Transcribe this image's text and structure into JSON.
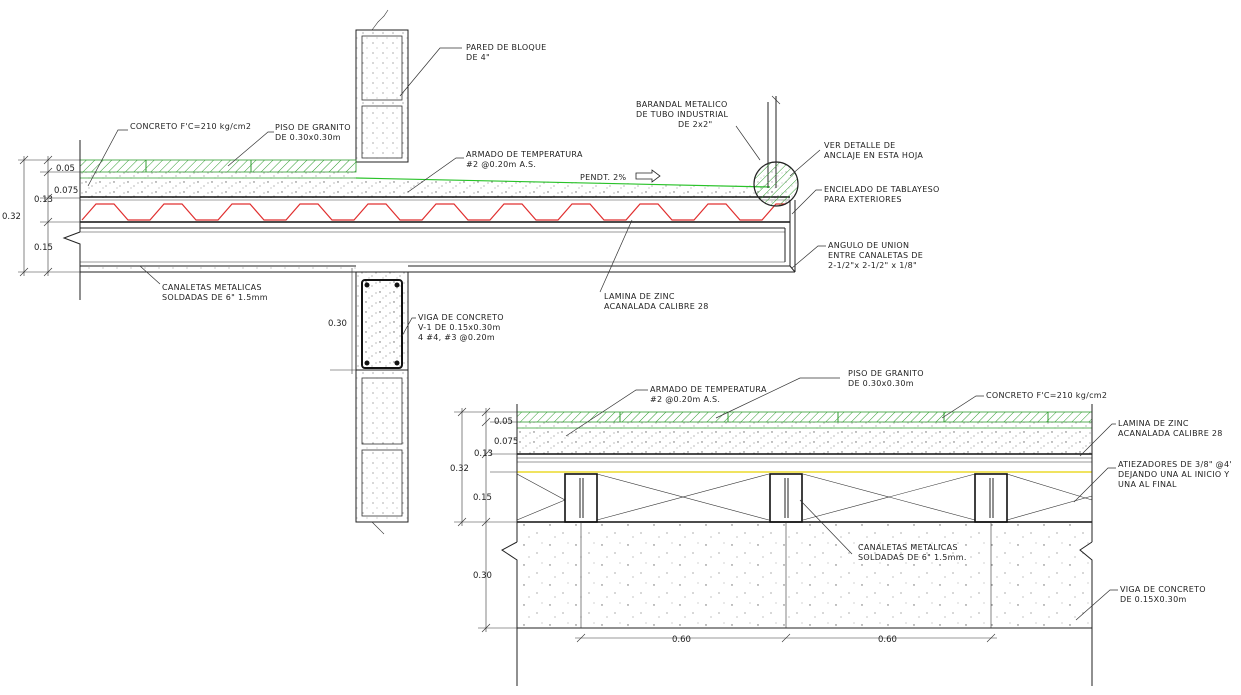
{
  "section_top": {
    "labels": {
      "pared": [
        "PARED DE BLOQUE",
        "DE 4\""
      ],
      "concreto": "CONCRETO F'C=210 kg/cm2",
      "piso": [
        "PISO DE GRANITO",
        "DE 0.30x0.30m"
      ],
      "armado": [
        "ARMADO DE TEMPERATURA",
        "#2 @0.20m A.S."
      ],
      "barandal": [
        "BARANDAL METALICO",
        "DE TUBO INDUSTRIAL",
        "DE 2x2\""
      ],
      "detalle": [
        "VER DETALLE DE",
        "ANCLAJE EN ESTA HOJA"
      ],
      "pendiente": "PENDT. 2%",
      "encielado": [
        "ENCIELADO DE TABLAYESO",
        "PARA EXTERIORES"
      ],
      "angulo": [
        "ANGULO DE UNION",
        "ENTRE CANALETAS DE",
        "2-1/2\"x 2-1/2\" x 1/8\""
      ],
      "canaletas": [
        "CANALETAS METALICAS",
        "SOLDADAS DE 6\" 1.5mm"
      ],
      "lamina": [
        "LAMINA DE ZINC",
        "ACANALADA CALIBRE 28"
      ],
      "viga": [
        "VIGA DE CONCRETO",
        "V-1 DE 0.15x0.30m",
        "4 #4, #3 @0.20m"
      ]
    },
    "dims": {
      "d005": "0.05",
      "d0075": "0.075",
      "d013": "0.13",
      "d032": "0.32",
      "d015": "0.15",
      "d030": "0.30"
    }
  },
  "section_bottom": {
    "labels": {
      "armado": [
        "ARMADO DE TEMPERATURA",
        "#2 @0.20m A.S."
      ],
      "piso": [
        "PISO DE GRANITO",
        "DE 0.30x0.30m"
      ],
      "concreto": "CONCRETO F'C=210 kg/cm2",
      "lamina": [
        "LAMINA DE ZINC",
        "ACANALADA CALIBRE 28"
      ],
      "atiezadores": [
        "ATIEZADORES DE 3/8\" @4'",
        "DEJANDO UNA AL INICIO Y",
        "UNA AL FINAL"
      ],
      "canaletas": [
        "CANALETAS METALICAS",
        "SOLDADAS DE 6\" 1.5mm."
      ],
      "viga": [
        "VIGA DE CONCRETO",
        "DE 0.15X0.30m"
      ]
    },
    "dims": {
      "d005": "0.05",
      "d0075": "0.075",
      "d013": "0.13",
      "d032": "0.32",
      "d015": "0.15",
      "d030": "0.30",
      "span1": "0.60",
      "span2": "0.60"
    }
  },
  "colors": {
    "granite": "#2f9c2f",
    "slope_line": "#29c229",
    "rebar": "#e03030",
    "stiffener_yellow": "#e6d200",
    "ink": "#222222"
  }
}
